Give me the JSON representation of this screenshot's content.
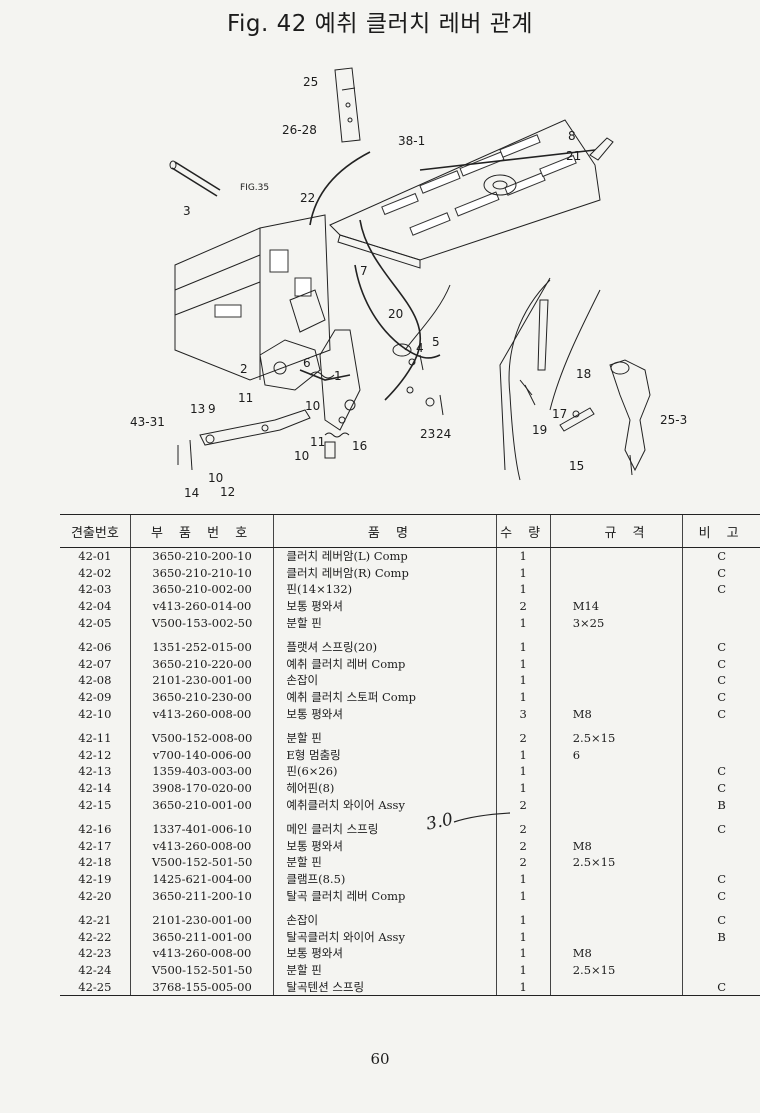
{
  "title": "Fig. 42   예취 클러치 레버 관계",
  "diagram": {
    "callouts": [
      "25",
      "26-28",
      "38-1",
      "8",
      "21",
      "3",
      "FIG.35",
      "22",
      "7",
      "20",
      "4",
      "5",
      "2",
      "6",
      "1",
      "11",
      "10",
      "13",
      "9",
      "43-31",
      "14",
      "10",
      "12",
      "11",
      "16",
      "10",
      "23",
      "24",
      "18",
      "17",
      "25-3",
      "19",
      "15"
    ]
  },
  "table": {
    "headers": [
      "견출번호",
      "부 품 번 호",
      "품 명",
      "수 량",
      "규 격",
      "비 고"
    ],
    "rows": [
      {
        "no": "42-01",
        "part": "3650-210-200-10",
        "name": "클러치 레버암(L) Comp",
        "qty": "1",
        "spec": "",
        "remark": "C"
      },
      {
        "no": "42-02",
        "part": "3650-210-210-10",
        "name": "클러치 레버암(R) Comp",
        "qty": "1",
        "spec": "",
        "remark": "C"
      },
      {
        "no": "42-03",
        "part": "3650-210-002-00",
        "name": "핀(14×132)",
        "qty": "1",
        "spec": "",
        "remark": "C"
      },
      {
        "no": "42-04",
        "part": "v413-260-014-00",
        "name": "보통 평와셔",
        "qty": "2",
        "spec": "M14",
        "remark": ""
      },
      {
        "no": "42-05",
        "part": "V500-153-002-50",
        "name": "분할 핀",
        "qty": "1",
        "spec": "3×25",
        "remark": ""
      },
      {
        "no": "42-06",
        "part": "1351-252-015-00",
        "name": "플랫셔 스프링(20)",
        "qty": "1",
        "spec": "",
        "remark": "C"
      },
      {
        "no": "42-07",
        "part": "3650-210-220-00",
        "name": "예취 클러치 레버 Comp",
        "qty": "1",
        "spec": "",
        "remark": "C"
      },
      {
        "no": "42-08",
        "part": "2101-230-001-00",
        "name": "손잡이",
        "qty": "1",
        "spec": "",
        "remark": "C"
      },
      {
        "no": "42-09",
        "part": "3650-210-230-00",
        "name": "예취 클러치 스토퍼 Comp",
        "qty": "1",
        "spec": "",
        "remark": "C"
      },
      {
        "no": "42-10",
        "part": "v413-260-008-00",
        "name": "보통 평와셔",
        "qty": "3",
        "spec": "M8",
        "remark": "C"
      },
      {
        "no": "42-11",
        "part": "V500-152-008-00",
        "name": "분할 핀",
        "qty": "2",
        "spec": "2.5×15",
        "remark": ""
      },
      {
        "no": "42-12",
        "part": "v700-140-006-00",
        "name": "E형 멈춤링",
        "qty": "1",
        "spec": "6",
        "remark": ""
      },
      {
        "no": "42-13",
        "part": "1359-403-003-00",
        "name": "핀(6×26)",
        "qty": "1",
        "spec": "",
        "remark": "C"
      },
      {
        "no": "42-14",
        "part": "3908-170-020-00",
        "name": "헤어핀(8)",
        "qty": "1",
        "spec": "",
        "remark": "C"
      },
      {
        "no": "42-15",
        "part": "3650-210-001-00",
        "name": "예취클러치 와이어 Assy",
        "qty": "2",
        "spec": "",
        "remark": "B"
      },
      {
        "no": "42-16",
        "part": "1337-401-006-10",
        "name": "메인 클러치 스프링",
        "qty": "2",
        "spec": "",
        "remark": "C"
      },
      {
        "no": "42-17",
        "part": "v413-260-008-00",
        "name": "보통 평와셔",
        "qty": "2",
        "spec": "M8",
        "remark": ""
      },
      {
        "no": "42-18",
        "part": "V500-152-501-50",
        "name": "분할 핀",
        "qty": "2",
        "spec": "2.5×15",
        "remark": ""
      },
      {
        "no": "42-19",
        "part": "1425-621-004-00",
        "name": "클램프(8.5)",
        "qty": "1",
        "spec": "",
        "remark": "C"
      },
      {
        "no": "42-20",
        "part": "3650-211-200-10",
        "name": "탈곡 클러치 레버 Comp",
        "qty": "1",
        "spec": "",
        "remark": "C"
      },
      {
        "no": "42-21",
        "part": "2101-230-001-00",
        "name": "손잡이",
        "qty": "1",
        "spec": "",
        "remark": "C"
      },
      {
        "no": "42-22",
        "part": "3650-211-001-00",
        "name": "탈곡클러치 와이어 Assy",
        "qty": "1",
        "spec": "",
        "remark": "B"
      },
      {
        "no": "42-23",
        "part": "v413-260-008-00",
        "name": "보통 평와셔",
        "qty": "1",
        "spec": "M8",
        "remark": ""
      },
      {
        "no": "42-24",
        "part": "V500-152-501-50",
        "name": "분할 핀",
        "qty": "1",
        "spec": "2.5×15",
        "remark": ""
      },
      {
        "no": "42-25",
        "part": "3768-155-005-00",
        "name": "탈곡텐션 스프링",
        "qty": "1",
        "spec": "",
        "remark": "C"
      }
    ]
  },
  "handwritten_note": "3.0",
  "page_number": "60"
}
